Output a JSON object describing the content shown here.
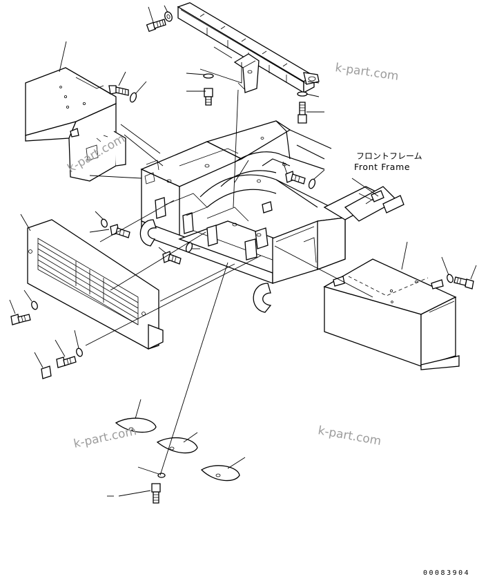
{
  "labels": {
    "frame_name_jp": "フロントフレーム",
    "frame_name_en": "Front Frame",
    "doc_code": "00083904",
    "watermark_1": "k-part.com",
    "watermark_2": "k-part.com",
    "watermark_3": "k-part.com"
  }
}
